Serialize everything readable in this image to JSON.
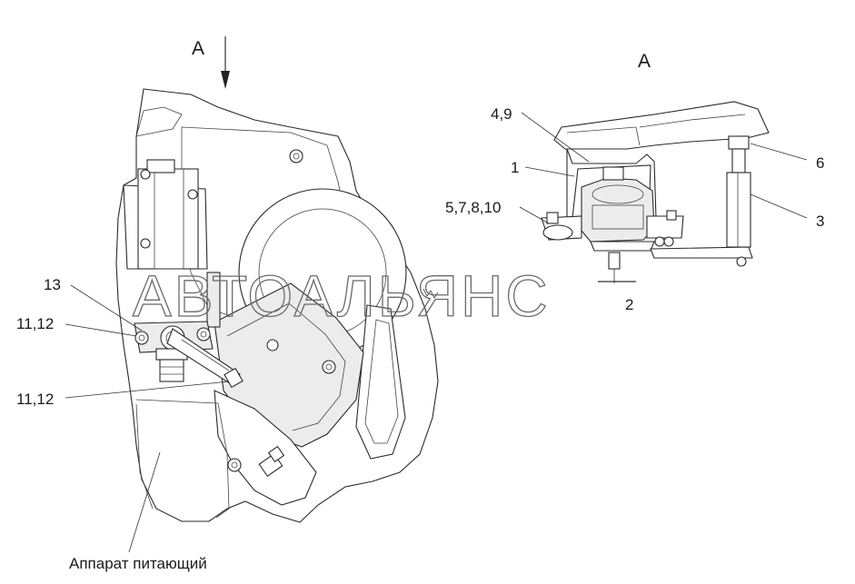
{
  "view_marks": {
    "left": "A",
    "right": "A"
  },
  "callouts": {
    "c13": "13",
    "c11_12_top": "11,12",
    "c11_12_bottom": "11,12",
    "c4_9": "4,9",
    "c1": "1",
    "c5_7_8_10": "5,7,8,10",
    "c6": "6",
    "c3": "3",
    "c2": "2"
  },
  "caption": "Аппарат питающий",
  "watermark": "АВТОАЛЬЯНС"
}
